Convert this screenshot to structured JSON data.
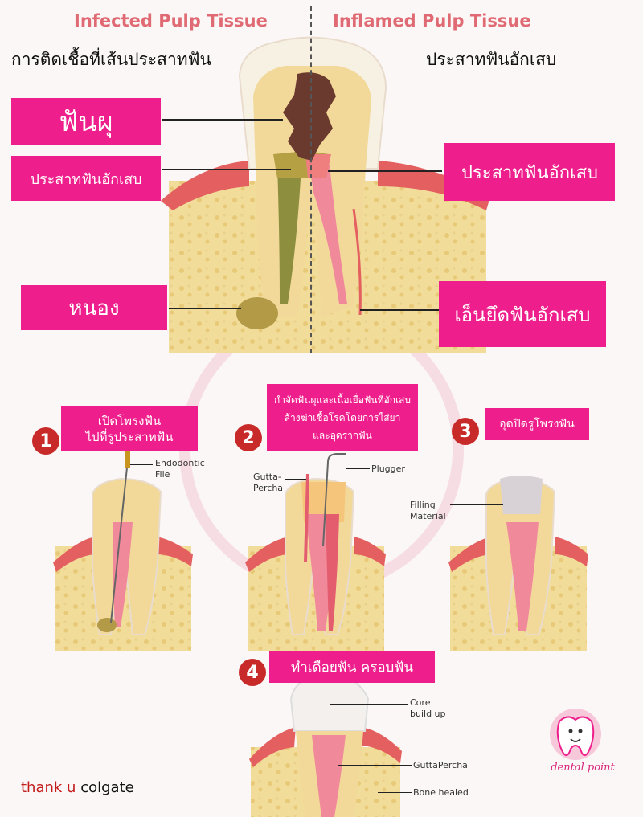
{
  "headers": {
    "left_en": "Infected Pulp Tissue",
    "right_en": "Inflamed Pulp Tissue",
    "left_th": "การติดเชื้อที่เส้นประสาทฟัน",
    "right_th": "ประสาทฟันอักเสบ"
  },
  "labels": {
    "decay": "ฟันผุ",
    "left_inflamed_pulp": "ประสาทฟันอักเสบ",
    "right_inflamed_pulp": "ประสาทฟันอักเสบ",
    "pus": "หนอง",
    "ligament": "เอ็นยึดฟันอักเสบ"
  },
  "steps": [
    {
      "number": "1",
      "text_line1": "เปิดโพรงฟัน",
      "text_line2": "ไปที่รูประสาทฟัน"
    },
    {
      "number": "2",
      "text_line1": "กำจัดฟันผุและเนื้อเยื่อฟันที่อักเสบ",
      "text_line2": "ล้างฆ่าเชื้อโรคโดยการใส่ยา",
      "text_line3": "และอุดรากฟัน"
    },
    {
      "number": "3",
      "text_line1": "อุดปิดรูโพรงฟัน"
    },
    {
      "number": "4",
      "text_line1": "ทำเดือยฟัน ครอบฟัน"
    }
  ],
  "annotations": {
    "endodontic_file": "Endodontic\nFile",
    "gutta_percha": "Gutta-\nPercha",
    "plugger": "Plugger",
    "filling_material": "Filling\nMaterial",
    "core_build_up": "Core\nbuild up",
    "gutta_percha_2": "GuttaPercha",
    "bone_healed": "Bone healed"
  },
  "footer": {
    "thank": "thank u",
    "brand": "colgate"
  },
  "logo": {
    "text": "dental point"
  },
  "colors": {
    "pink": "#ee1f8c",
    "step_red": "#c82a2a",
    "header_red": "#e06a73",
    "bone": "#f2dc9a",
    "gum": "#e46060",
    "pulp": "#f08a9a",
    "decay": "#6b3a2e"
  }
}
